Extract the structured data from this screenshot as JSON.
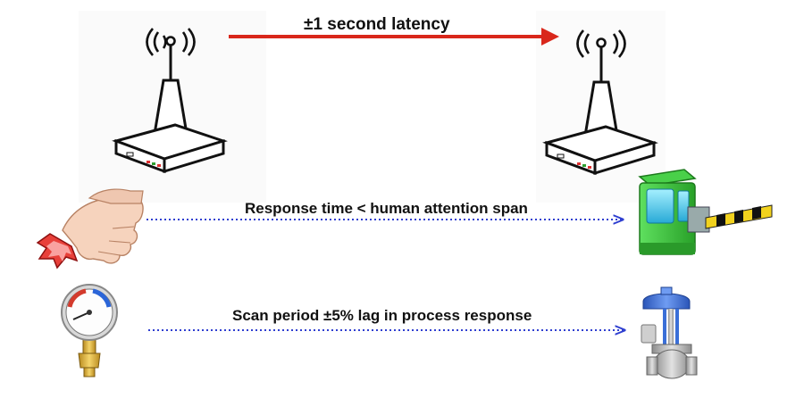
{
  "links": [
    {
      "label": "±1 second latency",
      "color": "#d9271b"
    },
    {
      "label": "Response time < human attention span",
      "color": "#2f3fd0"
    },
    {
      "label": "Scan period ±5% lag in process response",
      "color": "#2f3fd0"
    }
  ],
  "icons": {
    "wireless_router": "wireless-router-icon",
    "hand_pressing_button": "hand-pressing-button-icon",
    "toll_booth_barrier": "toll-booth-barrier-icon",
    "pressure_gauge": "pressure-gauge-icon",
    "control_valve": "control-valve-icon"
  },
  "colors": {
    "booth_green": "#3cc43c",
    "valve_blue": "#3a6fd8",
    "gauge_red": "#d33a2c",
    "barrier_yellow": "#f2d21e"
  }
}
